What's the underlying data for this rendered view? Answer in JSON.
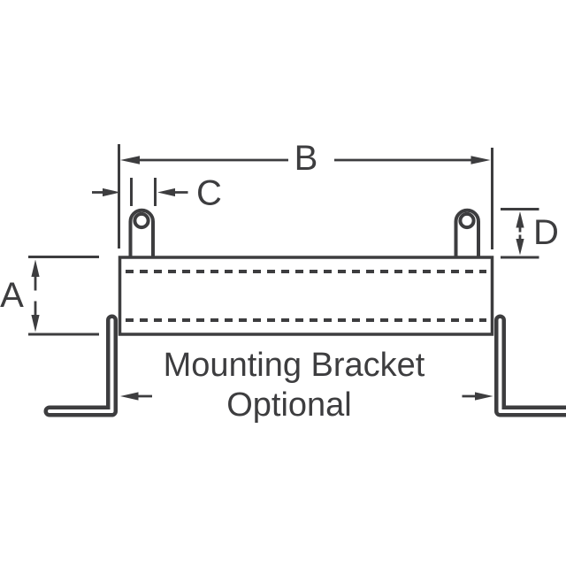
{
  "figure": {
    "kind": "technical-dimension-drawing",
    "background_color": "#ffffff",
    "line_color": "#3d3d3f",
    "note": {
      "line1": "Mounting Bracket",
      "line2": "Optional"
    },
    "dimensions": {
      "a": {
        "label": "A"
      },
      "b": {
        "label": "B"
      },
      "c": {
        "label": "C"
      },
      "d": {
        "label": "D"
      }
    }
  }
}
